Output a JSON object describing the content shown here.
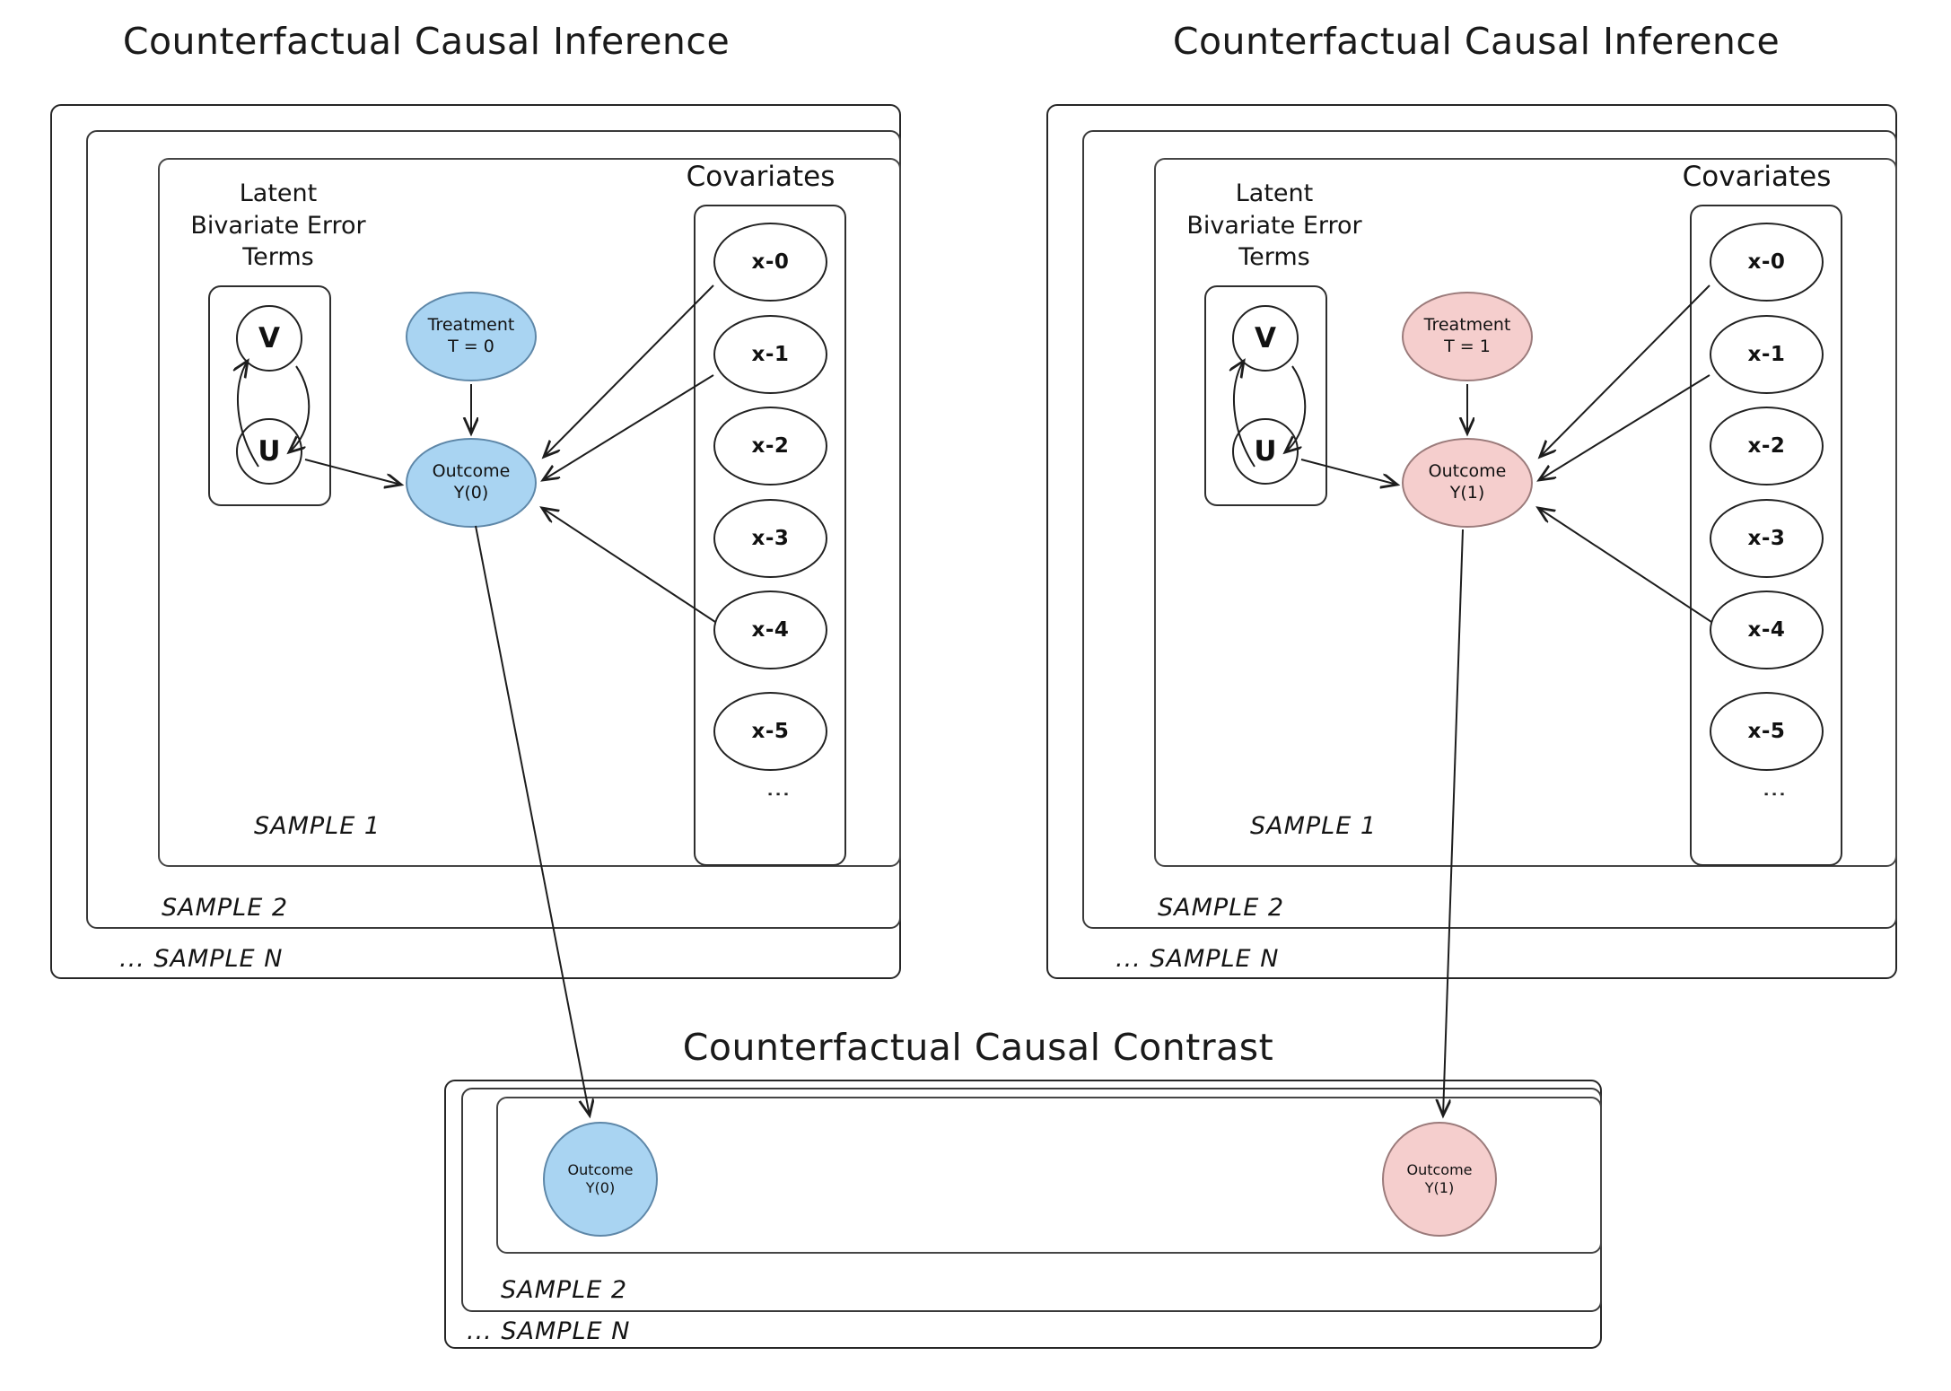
{
  "panels": [
    {
      "id": "left",
      "title": "Counterfactual Causal Inference",
      "latent_caption": "Latent\nBivariate Error\nTerms",
      "covariates_caption": "Covariates",
      "error_nodes": [
        {
          "label": "V"
        },
        {
          "label": "U"
        }
      ],
      "treatment": {
        "line1": "Treatment",
        "line2": "T = 0",
        "color": "#a9d4f2"
      },
      "outcome": {
        "line1": "Outcome",
        "line2": "Y(0)",
        "color": "#a9d4f2"
      },
      "covariates": [
        "x-0",
        "x-1",
        "x-2",
        "x-3",
        "x-4",
        "x-5"
      ],
      "covariate_ellipsis": "⋮",
      "frames": [
        {
          "label": "... SAMPLE N"
        },
        {
          "label": "SAMPLE 2"
        },
        {
          "label": "SAMPLE 1"
        }
      ]
    },
    {
      "id": "right",
      "title": "Counterfactual Causal Inference",
      "latent_caption": "Latent\nBivariate Error\nTerms",
      "covariates_caption": "Covariates",
      "error_nodes": [
        {
          "label": "V"
        },
        {
          "label": "U"
        }
      ],
      "treatment": {
        "line1": "Treatment",
        "line2": "T = 1",
        "color": "#f5cecd"
      },
      "outcome": {
        "line1": "Outcome",
        "line2": "Y(1)",
        "color": "#f5cecd"
      },
      "covariates": [
        "x-0",
        "x-1",
        "x-2",
        "x-3",
        "x-4",
        "x-5"
      ],
      "covariate_ellipsis": "⋮",
      "frames": [
        {
          "label": "... SAMPLE N"
        },
        {
          "label": "SAMPLE 2"
        },
        {
          "label": "SAMPLE 1"
        }
      ]
    }
  ],
  "contrast": {
    "title": "Counterfactual Causal Contrast",
    "outcome_control": {
      "line1": "Outcome",
      "line2": "Y(0)",
      "color": "#a9d4f2"
    },
    "outcome_treated": {
      "line1": "Outcome",
      "line2": "Y(1)",
      "color": "#f5cecd"
    },
    "frames": [
      {
        "label": "... SAMPLE N"
      },
      {
        "label": "SAMPLE 2"
      },
      {
        "label": ""
      }
    ]
  },
  "colors": {
    "control_fill": "#a9d4f2",
    "treated_fill": "#f5cecd",
    "stroke": "#222222",
    "background": "#ffffff"
  }
}
